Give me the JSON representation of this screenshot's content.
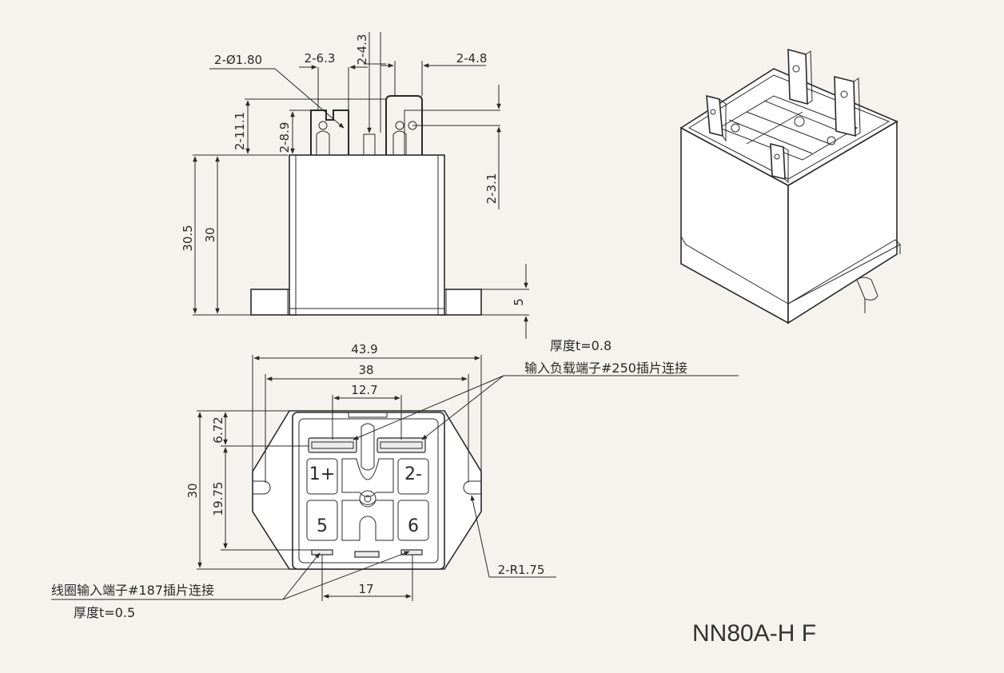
{
  "side_view": {
    "dims": {
      "hole_dia": "2-Ø1.80",
      "tab_width_small": "2-6.3",
      "tab_width_gap": "2-4.3",
      "tab_width_large": "2-4.8",
      "tab_height_large": "2-11.1",
      "tab_height_small": "2-8.9",
      "tab_hole_offset": "2-3.1",
      "total_height": "30.5",
      "body_height": "30",
      "base_height": "5"
    }
  },
  "bottom_view": {
    "dims": {
      "outer_width": "43.9",
      "mount_width": "38",
      "load_spacing": "12.7",
      "height": "30",
      "offset_top": "6.72",
      "offset_mid": "19.75",
      "coil_spacing": "17",
      "radius": "2-R1.75"
    },
    "notes": {
      "load_thickness": "厚度t=0.8",
      "load_terminal": "输入负载端子#250插片连接",
      "coil_terminal": "线圈输入端子#187插片连接",
      "coil_thickness": "厚度t=0.5"
    },
    "terminals": {
      "t1": "1+",
      "t2": "2-",
      "t5": "5",
      "t6": "6"
    }
  },
  "model": "NN80A-H F"
}
